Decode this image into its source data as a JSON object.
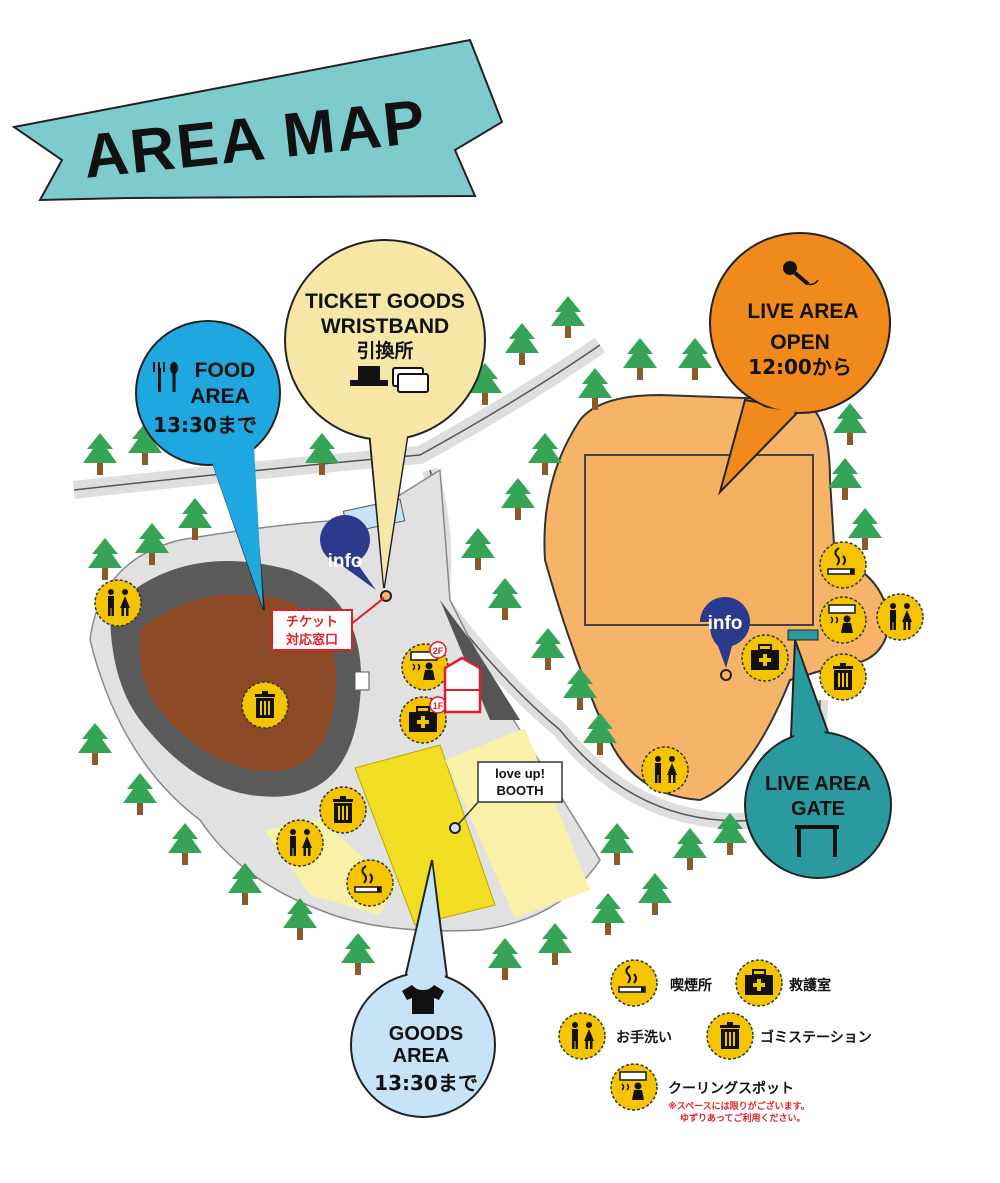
{
  "title": "AREA MAP",
  "callouts": {
    "food": {
      "line1": "FOOD",
      "line2": "AREA",
      "time": "13:30まで",
      "color": "#1fa8e0"
    },
    "ticket": {
      "line1": "TICKET GOODS",
      "line2": "WRISTBAND",
      "line3": "引換所",
      "color": "#f6e7a7"
    },
    "live": {
      "line1": "LIVE AREA",
      "line2": "OPEN",
      "time": "12:00から",
      "color": "#f08a1c"
    },
    "gate": {
      "line1": "LIVE AREA",
      "line2": "GATE",
      "color": "#2a9aa0"
    },
    "goods": {
      "line1": "GOODS",
      "line2": "AREA",
      "time": "13:30まで",
      "color": "#c6e4f6"
    }
  },
  "map_labels": {
    "info_left": "info",
    "info_right": "info",
    "ticket_window_line1": "チケット",
    "ticket_window_line2": "対応窓口",
    "booth_line1": "love up!",
    "booth_line2": "BOOTH",
    "floor_2f": "2F",
    "floor_1f": "1F"
  },
  "legend": {
    "smoking": "喫煙所",
    "first_aid": "救護室",
    "restroom": "お手洗い",
    "trash": "ゴミステーション",
    "cooling": "クーリングスポット",
    "note_line1": "※スペースには限りがございます。",
    "note_line2": "ゆずりあってご利用ください。"
  },
  "colors": {
    "banner": "#7ecbcb",
    "icon_bg": "#f5c400",
    "stadium": "#8b4a25",
    "live_ground": "#f5b467",
    "goods_yellow": "#f1dd22",
    "goods_pale": "#faf1a8",
    "path": "#dedede",
    "tree": "#35a457",
    "info": "#2b3a8c",
    "ticket_red": "#e01e2a"
  }
}
